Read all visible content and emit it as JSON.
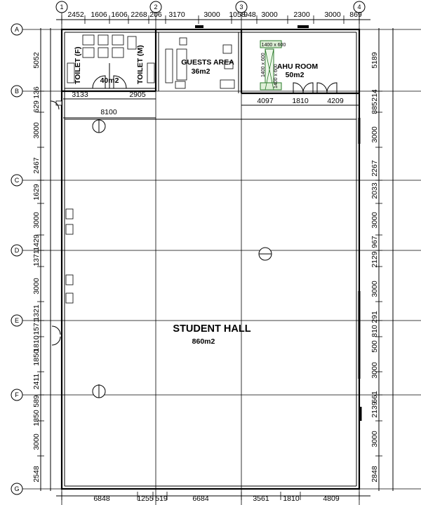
{
  "grid": {
    "columns": [
      "1",
      "2",
      "3",
      "4"
    ],
    "rows": [
      "A",
      "B",
      "C",
      "D",
      "E",
      "F",
      "G"
    ]
  },
  "rooms": {
    "toilet_f": "TOILET (F)",
    "toilet_m": "TOILET (M)",
    "toilet_area": "40m2",
    "guests_title": "GUESTS AREA",
    "guests_area": "36m2",
    "ahu_title": "AHU ROOM",
    "ahu_area": "50m2",
    "hall_title": "STUDENT HALL",
    "hall_area": "860m2"
  },
  "ahu_equipment": [
    "1400 x 600",
    "1400 x 600",
    "1400 x 600"
  ],
  "dims": {
    "top": [
      "2452",
      "1606",
      "1606",
      "2268",
      "206",
      "3170",
      "3000",
      "1058",
      "948",
      "3000",
      "2300",
      "3000",
      "869"
    ],
    "upper_row": [
      "3133",
      "2905",
      "4097",
      "1810",
      "4209"
    ],
    "hall_width": "8100",
    "bottom": [
      "6848",
      "1255",
      "519",
      "6684",
      "3561",
      "1810",
      "4809"
    ],
    "left": [
      "5052",
      "136",
      "629",
      "3000",
      "2467",
      "1629",
      "3000",
      "1429",
      "1371",
      "3000",
      "1321",
      "1571",
      "1810",
      "1850",
      "2411",
      "589",
      "1850",
      "3000",
      "2548"
    ],
    "right": [
      "5189",
      "214",
      "885",
      "3000",
      "2267",
      "2033",
      "3000",
      "967",
      "2129",
      "3000",
      "291",
      "810",
      "500",
      "3000",
      "661",
      "2139",
      "3000",
      "2848"
    ]
  }
}
